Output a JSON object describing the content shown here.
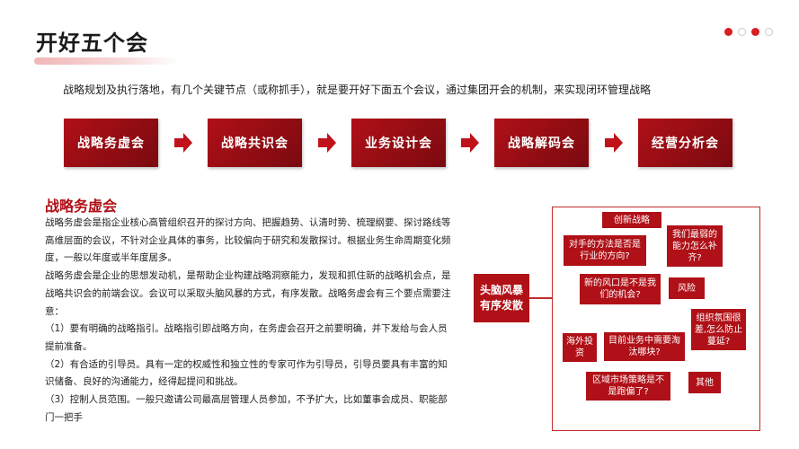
{
  "title": "开好五个会",
  "intro": "战略规划及执行落地，有几个关键节点（或称抓手），就是要开好下面五个会议，通过集团开会的机制，来实现闭环管理战略",
  "flow": {
    "step1": "战略务虚会",
    "step2": "战略共识会",
    "step3": "业务设计会",
    "step4": "战略解码会",
    "step5": "经营分析会"
  },
  "section": {
    "heading": "战略务虚会",
    "para1": "战略务虚会是指企业核心高管组织召开的探讨方向、把握趋势、认清时势、梳理纲要、探讨路线等高维层面的会议，不针对企业具体的事务，比较偏向于研究和发散探讨。根据业务生命周期变化频度，一般以年度或半年度居多。",
    "para2": "战略务虚会是企业的思想发动机，是帮助企业构建战略洞察能力，发现和抓住新的战略机会点，是战略共识会的前端会议。会议可以采取头脑风暴的方式，有序发散。战略务虚会有三个要点需要注意：",
    "point1": "（1）要有明确的战略指引。战略指引即战略方向，在务虚会召开之前要明确，并下发给与会人员提前准备。",
    "point2": "（2）有合适的引导员。具有一定的权威性和独立性的专家可作为引导员，引导员要具有丰富的知识储备、良好的沟通能力，经得起提问和挑战。",
    "point3": "（3）控制人员范围。一般只邀请公司最高层管理人员参加，不予扩大，比如董事会成员、职能部门一把手"
  },
  "brainstorm": {
    "label_line1": "头脑风暴",
    "label_line2": "有序发散",
    "tags": {
      "t1": "创新战略",
      "t2": "对手的方法是否是行业的方向?",
      "t3": "我们最弱的能力怎么补齐?",
      "t4": "新的风口是不是我们的机会?",
      "t5": "风险",
      "t6": "组织氛围很差,怎么防止蔓延?",
      "t7": "海外投资",
      "t8": "目前业务中需要淘汰哪块?",
      "t9": "区域市场策略是不是跑偏了?",
      "t10": "其他"
    }
  },
  "colors": {
    "accent": "#b01017",
    "accent_dark": "#7a0a10",
    "arrow": "#c0121a"
  }
}
